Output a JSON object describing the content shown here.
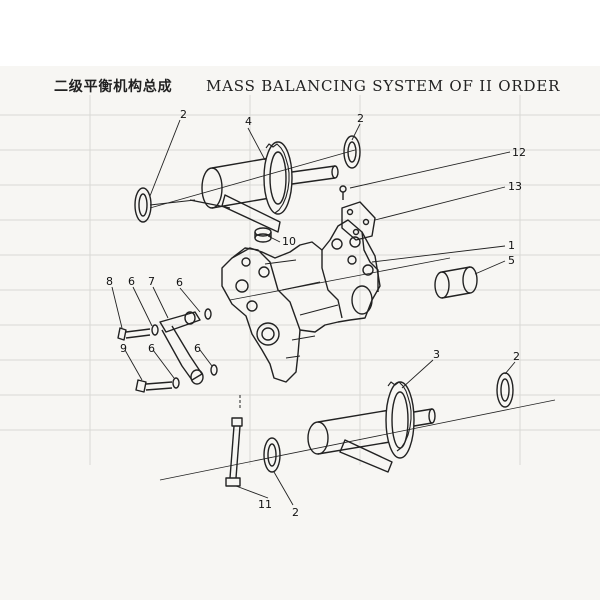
{
  "title": {
    "cn": "二级平衡机构总成",
    "en": "MASS BALANCING SYSTEM OF II ORDER"
  },
  "callouts": [
    "1",
    "2",
    "2",
    "2",
    "2",
    "3",
    "4",
    "5",
    "6",
    "6",
    "6",
    "7",
    "8",
    "9",
    "10",
    "11",
    "12",
    "13"
  ],
  "colors": {
    "ink": "#222222",
    "paper": "#f7f6f3"
  }
}
